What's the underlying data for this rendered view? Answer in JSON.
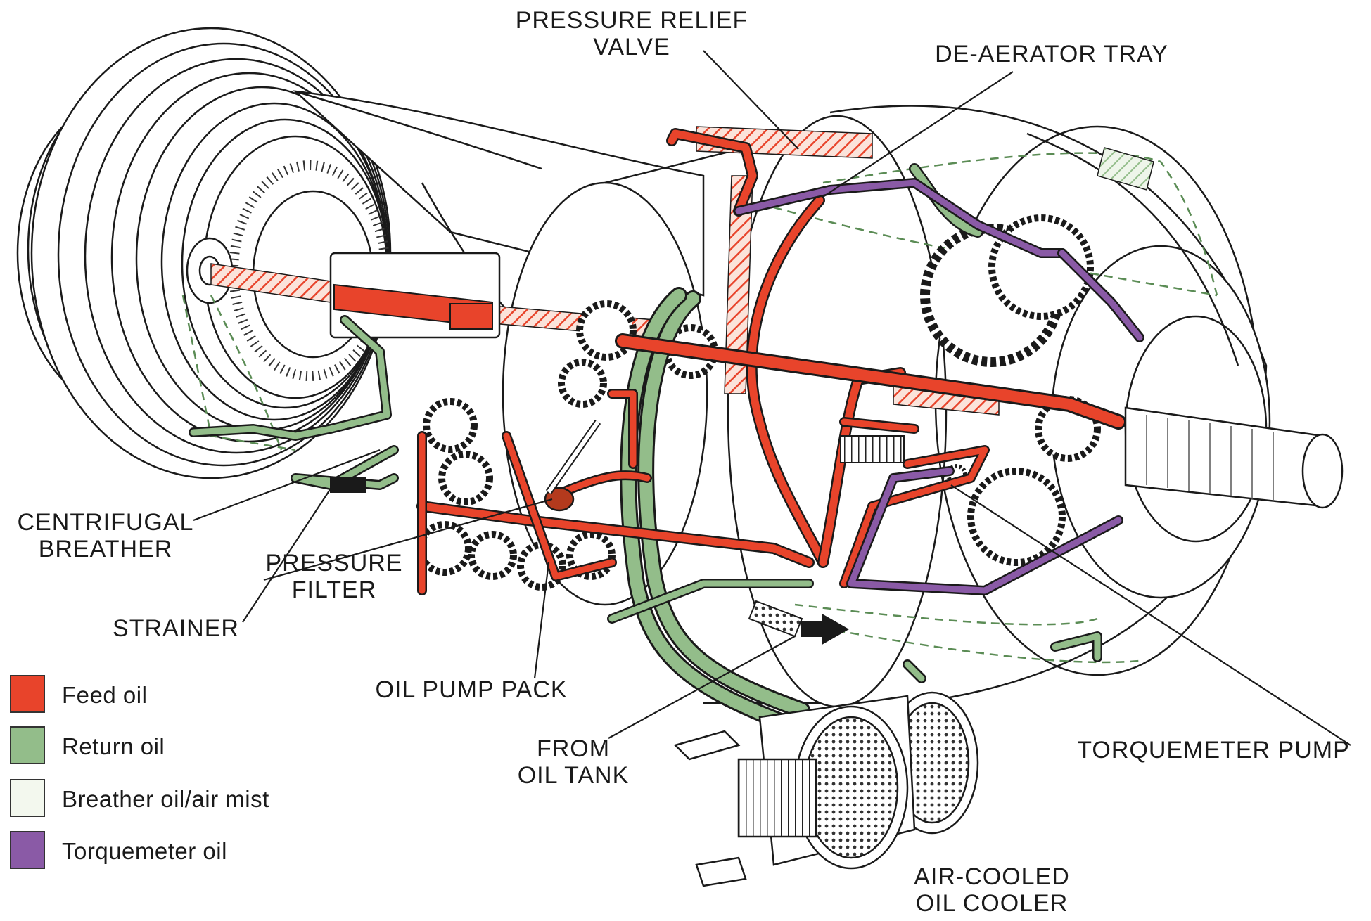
{
  "labels": {
    "pressure_relief_valve": [
      "PRESSURE  RELIEF",
      "VALVE"
    ],
    "de_aerator_tray": "DE-AERATOR TRAY",
    "centrifugal_breather": [
      "CENTRIFUGAL",
      "BREATHER"
    ],
    "pressure_filter": [
      "PRESSURE",
      "FILTER"
    ],
    "strainer": "STRAINER",
    "oil_pump_pack": "OIL PUMP PACK",
    "from_oil_tank": [
      "FROM",
      "OIL TANK"
    ],
    "torquemeter_pump": "TORQUEMETER PUMP",
    "air_cooled_oil_cooler": [
      "AIR-COOLED",
      "OIL COOLER"
    ]
  },
  "legend": [
    {
      "label": "Feed oil",
      "color": "#e8442b"
    },
    {
      "label": "Return oil",
      "color": "#93bd8a"
    },
    {
      "label": "Breather oil/air mist",
      "color": "#f3f8ee"
    },
    {
      "label": "Torquemeter oil",
      "color": "#8a5aa6"
    }
  ],
  "colors": {
    "feed": "#e8442b",
    "return": "#93bd8a",
    "breather": "#f3f8ee",
    "torquemeter": "#8a5aa6",
    "linework": "#1a1a1a"
  }
}
